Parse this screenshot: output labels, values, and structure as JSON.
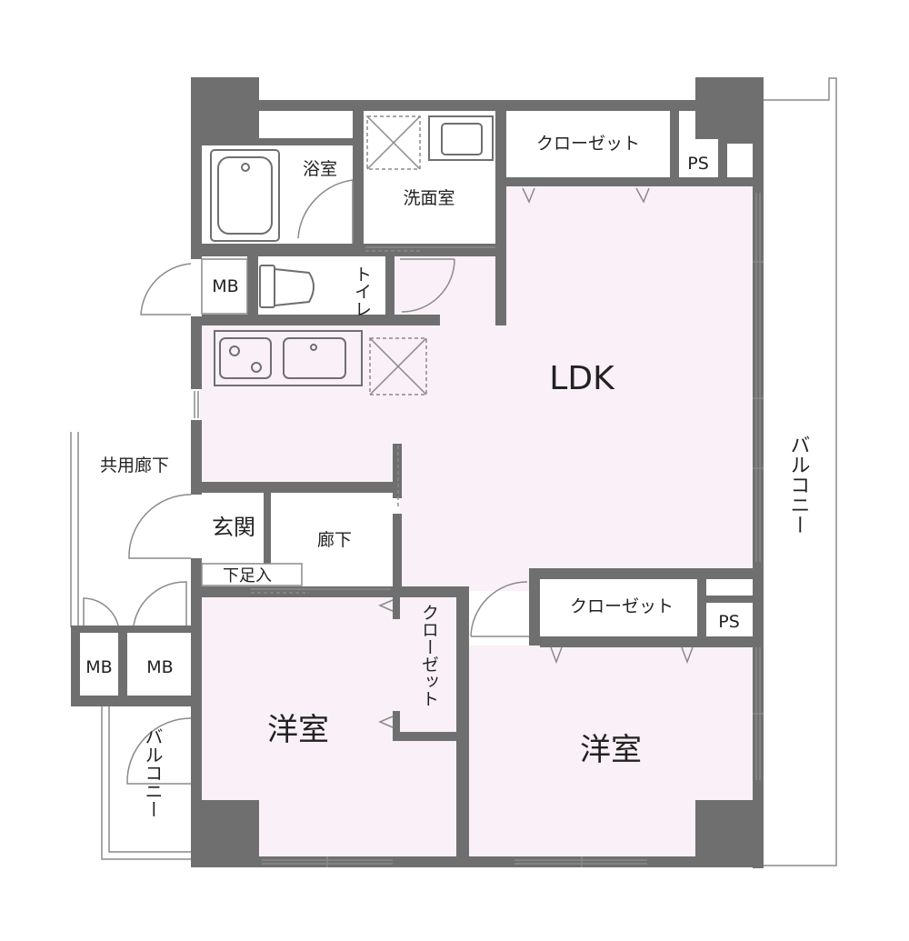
{
  "rooms": {
    "ldk": "LDK",
    "western_room_left": "洋室",
    "western_room_right": "洋室",
    "bathroom": "浴室",
    "washroom": "洗面室",
    "toilet": "トイレ",
    "closet_top": "クローゼット",
    "closet_middle": "クローゼット",
    "closet_vertical": "クローゼット",
    "ps_top": "PS",
    "ps_middle": "PS",
    "mb_top": "MB",
    "mb_bottom_left": "MB",
    "mb_bottom_right": "MB",
    "entrance": "玄関",
    "hallway": "廊下",
    "shoe_storage": "下足入",
    "shared_corridor": "共用廊下",
    "balcony_right": "バルコニー",
    "balcony_left": "バルコニー"
  },
  "colors": {
    "room_fill": "#f9f1f7",
    "wall": "#6f6f6f"
  }
}
